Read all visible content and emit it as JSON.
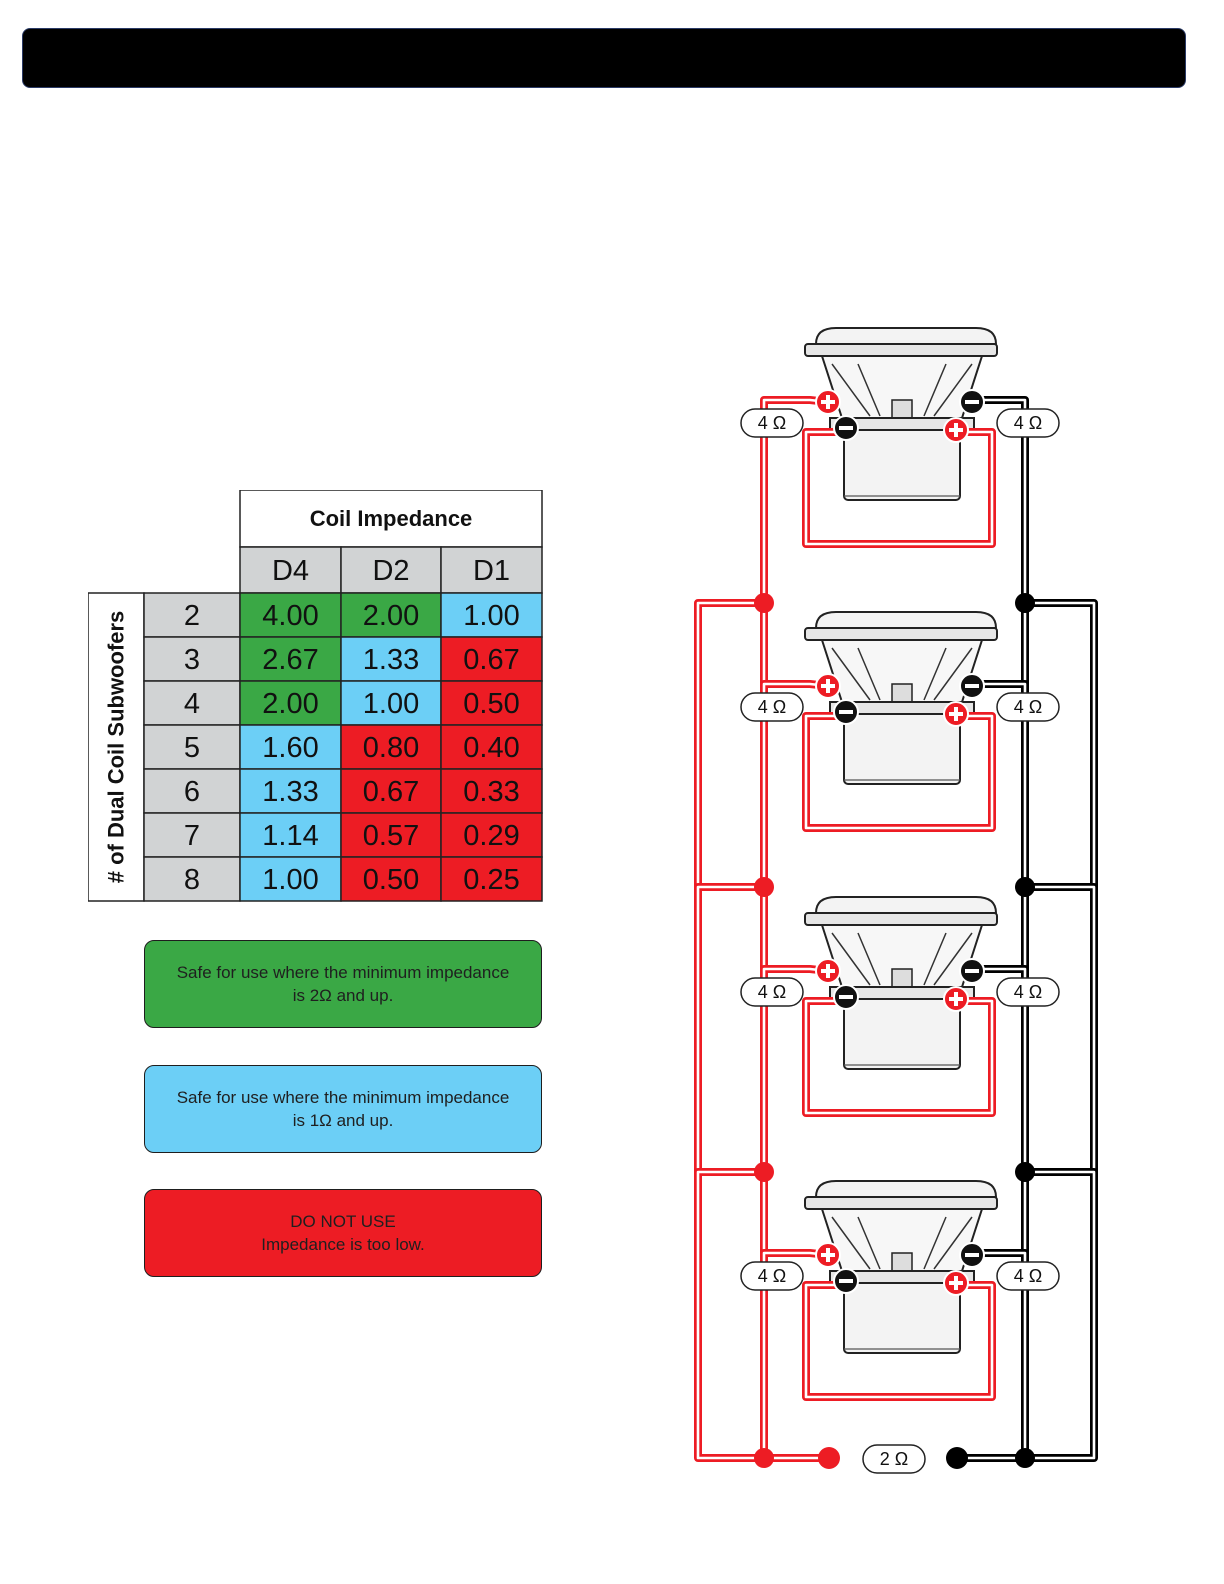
{
  "table": {
    "header": "Coil Impedance",
    "row_axis_label": "# of Dual Coil Subwoofers",
    "columns": [
      "D4",
      "D2",
      "D1"
    ],
    "rows": [
      {
        "count": "2",
        "values": [
          "4.00",
          "2.00",
          "1.00"
        ],
        "status": [
          "safe-2",
          "safe-2",
          "safe-1"
        ]
      },
      {
        "count": "3",
        "values": [
          "2.67",
          "1.33",
          "0.67"
        ],
        "status": [
          "safe-2",
          "safe-1",
          "unsafe"
        ]
      },
      {
        "count": "4",
        "values": [
          "2.00",
          "1.00",
          "0.50"
        ],
        "status": [
          "safe-2",
          "safe-1",
          "unsafe"
        ]
      },
      {
        "count": "5",
        "values": [
          "1.60",
          "0.80",
          "0.40"
        ],
        "status": [
          "safe-1",
          "unsafe",
          "unsafe"
        ]
      },
      {
        "count": "6",
        "values": [
          "1.33",
          "0.67",
          "0.33"
        ],
        "status": [
          "safe-1",
          "unsafe",
          "unsafe"
        ]
      },
      {
        "count": "7",
        "values": [
          "1.14",
          "0.57",
          "0.29"
        ],
        "status": [
          "safe-1",
          "unsafe",
          "unsafe"
        ]
      },
      {
        "count": "8",
        "values": [
          "1.00",
          "0.50",
          "0.25"
        ],
        "status": [
          "safe-1",
          "unsafe",
          "unsafe"
        ]
      }
    ]
  },
  "legend": {
    "safe_2": {
      "line1": "Safe for use where the minimum impedance",
      "line2": "is 2Ω and up."
    },
    "safe_1": {
      "line1": "Safe for use where the minimum impedance",
      "line2": "is 1Ω and up."
    },
    "unsafe": {
      "line1": "DO NOT USE",
      "line2": "Impedance is too low."
    }
  },
  "colors": {
    "safe-2": "#3aa845",
    "safe-1": "#6ccff6",
    "unsafe": "#ed1c24",
    "header_gray": "#d1d3d4",
    "wire_positive": "#ed1c24",
    "wire_negative": "#000000"
  },
  "diagram": {
    "coil_label": "4 Ω",
    "total_label": "2 Ω",
    "speaker_count": 4
  }
}
